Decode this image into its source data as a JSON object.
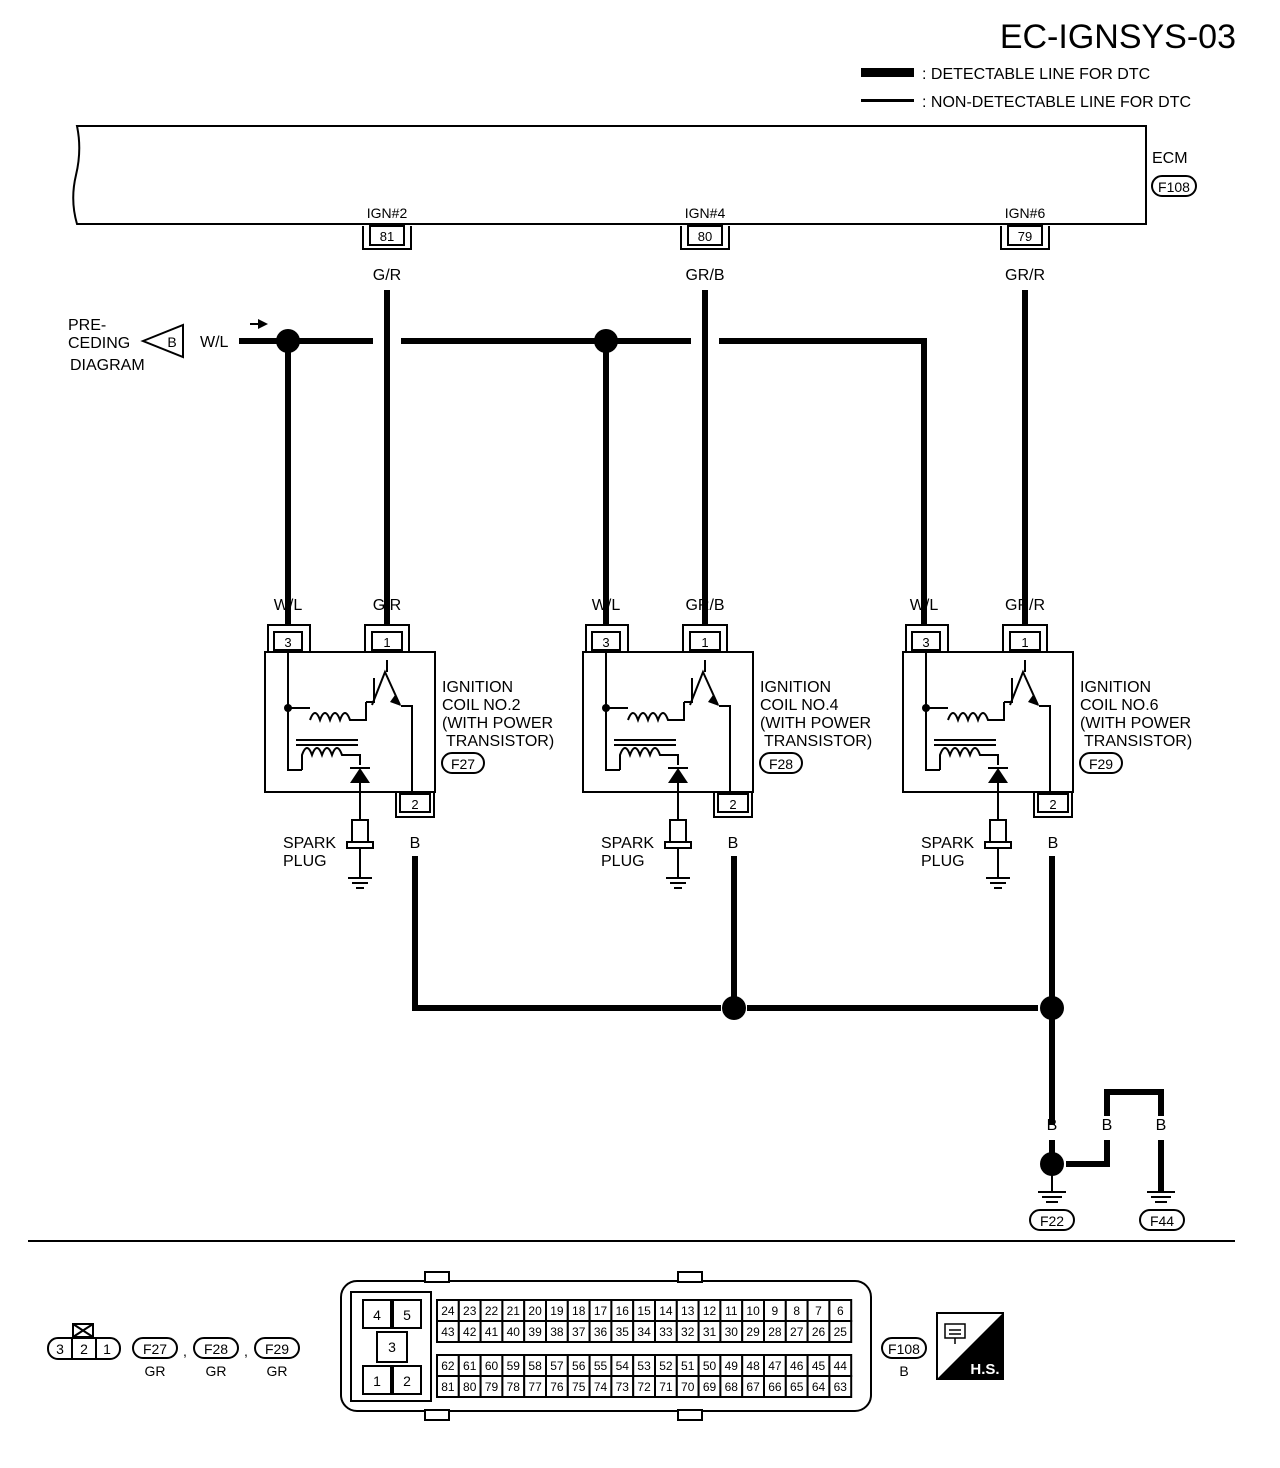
{
  "title": "EC-IGNSYS-03",
  "legend": {
    "detectable": ": DETECTABLE LINE FOR DTC",
    "non_detectable": ": NON-DETECTABLE LINE FOR DTC"
  },
  "ecm": {
    "label": "ECM",
    "connector": "F108"
  },
  "ecm_terminals": [
    {
      "name": "IGN#2",
      "pin": "81",
      "wire": "G/R"
    },
    {
      "name": "IGN#4",
      "pin": "80",
      "wire": "GR/B"
    },
    {
      "name": "IGN#6",
      "pin": "79",
      "wire": "GR/R"
    }
  ],
  "preceding": {
    "line1": "PRE-",
    "line2": "CEDING",
    "line3": "DIAGRAM",
    "connector": "B",
    "wire": "W/L"
  },
  "coils": [
    {
      "line1": "IGNITION",
      "line2": "COIL NO.2",
      "line3": "(WITH POWER",
      "line4": "TRANSISTOR)",
      "connector": "F27",
      "pin3": "3",
      "pin1": "1",
      "pin2": "2",
      "wire_power": "W/L",
      "wire_signal": "G/R",
      "wire_ground": "B",
      "spark1": "SPARK",
      "spark2": "PLUG"
    },
    {
      "line1": "IGNITION",
      "line2": "COIL NO.4",
      "line3": "(WITH POWER",
      "line4": "TRANSISTOR)",
      "connector": "F28",
      "pin3": "3",
      "pin1": "1",
      "pin2": "2",
      "wire_power": "W/L",
      "wire_signal": "GR/B",
      "wire_ground": "B",
      "spark1": "SPARK",
      "spark2": "PLUG"
    },
    {
      "line1": "IGNITION",
      "line2": "COIL NO.6",
      "line3": "(WITH POWER",
      "line4": "TRANSISTOR)",
      "connector": "F29",
      "pin3": "3",
      "pin1": "1",
      "pin2": "2",
      "wire_power": "W/L",
      "wire_signal": "GR/R",
      "wire_ground": "B",
      "spark1": "SPARK",
      "spark2": "PLUG"
    }
  ],
  "ground": {
    "wire_main": "B",
    "wire_a": "B",
    "wire_b": "B",
    "connector_1": "F22",
    "connector_2": "F44"
  },
  "connector_views": {
    "coil_pins": [
      "3",
      "2",
      "1"
    ],
    "coil_connectors": [
      "F27",
      "F28",
      "F29"
    ],
    "coil_color": "GR",
    "ecm_connector": "F108",
    "ecm_color": "B",
    "ecm_small_pins": [
      "4",
      "5",
      "3",
      "1",
      "2"
    ],
    "ecm_row1": [
      "24",
      "23",
      "22",
      "21",
      "20",
      "19",
      "18",
      "17",
      "16",
      "15",
      "14",
      "13",
      "12",
      "11",
      "10",
      "9",
      "8",
      "7",
      "6"
    ],
    "ecm_row2": [
      "43",
      "42",
      "41",
      "40",
      "39",
      "38",
      "37",
      "36",
      "35",
      "34",
      "33",
      "32",
      "31",
      "30",
      "29",
      "28",
      "27",
      "26",
      "25"
    ],
    "ecm_row3": [
      "62",
      "61",
      "60",
      "59",
      "58",
      "57",
      "56",
      "55",
      "54",
      "53",
      "52",
      "51",
      "50",
      "49",
      "48",
      "47",
      "46",
      "45",
      "44"
    ],
    "ecm_row4": [
      "81",
      "80",
      "79",
      "78",
      "77",
      "76",
      "75",
      "74",
      "73",
      "72",
      "71",
      "70",
      "69",
      "68",
      "67",
      "66",
      "65",
      "64",
      "63"
    ],
    "hs_badge": "H.S."
  }
}
